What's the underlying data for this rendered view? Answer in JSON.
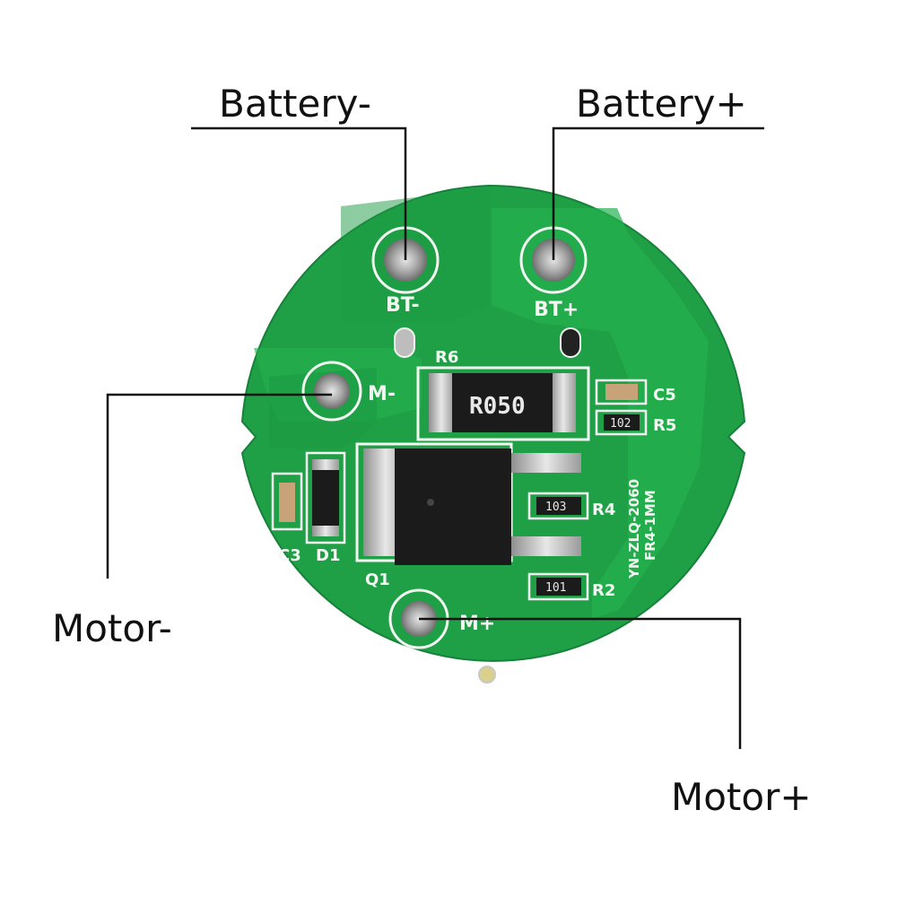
{
  "callouts": {
    "battery_minus": "Battery-",
    "battery_plus": "Battery+",
    "motor_minus": "Motor-",
    "motor_plus": "Motor+"
  },
  "silkscreen": {
    "bt_minus": "BT-",
    "bt_plus": "BT+",
    "m_minus": "M-",
    "m_plus": "M+",
    "r6": "R6",
    "shunt_marking": "R050",
    "c5": "C5",
    "r5": "R5",
    "r5_code": "102",
    "r4": "R4",
    "r4_code": "103",
    "r2": "R2",
    "r2_code": "101",
    "c3": "C3",
    "d1": "D1",
    "q1": "Q1",
    "board_id": "YN-ZLQ-2060",
    "board_spec": "FR4-1MM"
  },
  "colors": {
    "pcb_green": "#1fa046",
    "pcb_trace": "#23b04d",
    "silkscreen": "#f2f7f2",
    "pad_metal": "#b9b9b9",
    "mosfet_body": "#1b1b1b",
    "label_text": "#111111"
  }
}
